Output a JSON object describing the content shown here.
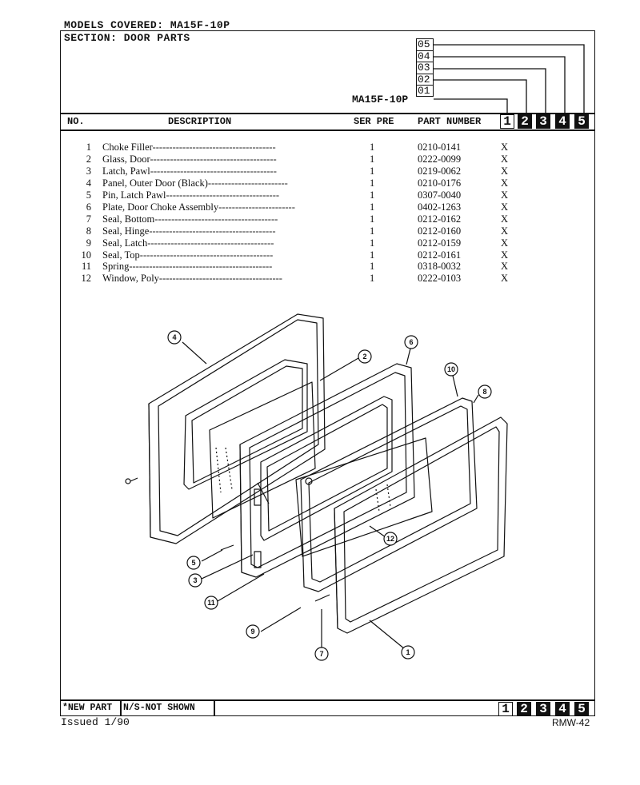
{
  "header": {
    "models_covered": "MODELS COVERED: MA15F-10P",
    "section": "SECTION: DOOR PARTS",
    "model": "MA15F-10P",
    "serial_codes": [
      "05",
      "04",
      "03",
      "02",
      "01"
    ]
  },
  "table": {
    "headers": {
      "no": "NO.",
      "description": "DESCRIPTION",
      "ser_pre": "SER PRE",
      "part_number": "PART NUMBER"
    },
    "model_columns": [
      "1",
      "2",
      "3",
      "4",
      "5"
    ],
    "rows": [
      {
        "no": "1",
        "description": "Choke Filler-------------------------------------",
        "ser": "1",
        "part": "0210-0141",
        "mark": "X"
      },
      {
        "no": "2",
        "description": "Glass, Door--------------------------------------",
        "ser": "1",
        "part": "0222-0099",
        "mark": "X"
      },
      {
        "no": "3",
        "description": "Latch, Pawl--------------------------------------",
        "ser": "1",
        "part": "0219-0062",
        "mark": "X"
      },
      {
        "no": "4",
        "description": "Panel, Outer Door (Black)------------------------",
        "ser": "1",
        "part": "0210-0176",
        "mark": "X"
      },
      {
        "no": "5",
        "description": "Pin, Latch Pawl----------------------------------",
        "ser": "1",
        "part": "0307-0040",
        "mark": "X"
      },
      {
        "no": "6",
        "description": "Plate, Door Choke Assembly-----------------------",
        "ser": "1",
        "part": "0402-1263",
        "mark": "X"
      },
      {
        "no": "7",
        "description": "Seal, Bottom-------------------------------------",
        "ser": "1",
        "part": "0212-0162",
        "mark": "X"
      },
      {
        "no": "8",
        "description": "Seal, Hinge--------------------------------------",
        "ser": "1",
        "part": "0212-0160",
        "mark": "X"
      },
      {
        "no": "9",
        "description": "Seal, Latch--------------------------------------",
        "ser": "1",
        "part": "0212-0159",
        "mark": "X"
      },
      {
        "no": "10",
        "description": "Seal, Top----------------------------------------",
        "ser": "1",
        "part": "0212-0161",
        "mark": "X"
      },
      {
        "no": "11",
        "description": "Spring-------------------------------------------",
        "ser": "1",
        "part": "0318-0032",
        "mark": "X"
      },
      {
        "no": "12",
        "description": "Window, Poly-------------------------------------",
        "ser": "1",
        "part": "0222-0103",
        "mark": "X"
      }
    ]
  },
  "diagram": {
    "callouts": [
      "4",
      "2",
      "6",
      "10",
      "8",
      "12",
      "5",
      "3",
      "11",
      "9",
      "7",
      "1"
    ]
  },
  "footer": {
    "new_part": "*NEW PART",
    "not_shown": "N/S-NOT SHOWN",
    "model_columns": [
      "1",
      "2",
      "3",
      "4",
      "5"
    ],
    "issued": "Issued  1/90",
    "doc_id": "RMW-42"
  }
}
